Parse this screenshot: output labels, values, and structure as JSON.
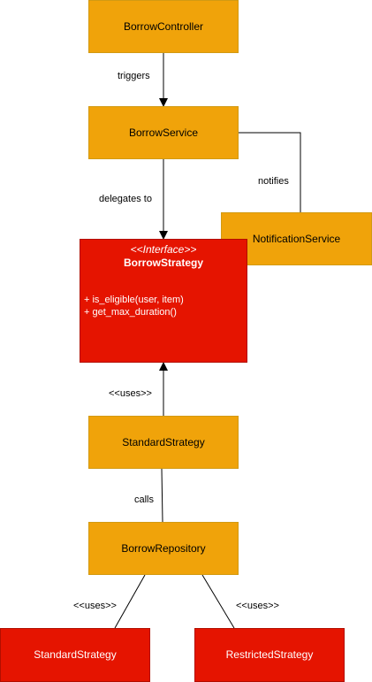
{
  "nodes": {
    "borrow_controller": "BorrowController",
    "borrow_service": "BorrowService",
    "notification_service": "NotificationService",
    "borrow_strategy": {
      "stereotype": "<<Interface>>",
      "name": "BorrowStrategy",
      "methods": [
        "+ is_eligible(user, item)",
        "+ get_max_duration()"
      ]
    },
    "standard_strategy": "StandardStrategy",
    "borrow_repository": "BorrowRepository",
    "standard_strategy_bottom": "StandardStrategy",
    "restricted_strategy": "RestrictedStrategy"
  },
  "edges": {
    "triggers": "triggers",
    "delegates_to": "delegates to",
    "notifies": "notifies",
    "uses_interface": "<<uses>>",
    "calls": "calls",
    "uses_left": "<<uses>>",
    "uses_right": "<<uses>>"
  },
  "colors": {
    "orange_fill": "#f0a30a",
    "red_fill": "#e51400",
    "line": "#000000"
  }
}
